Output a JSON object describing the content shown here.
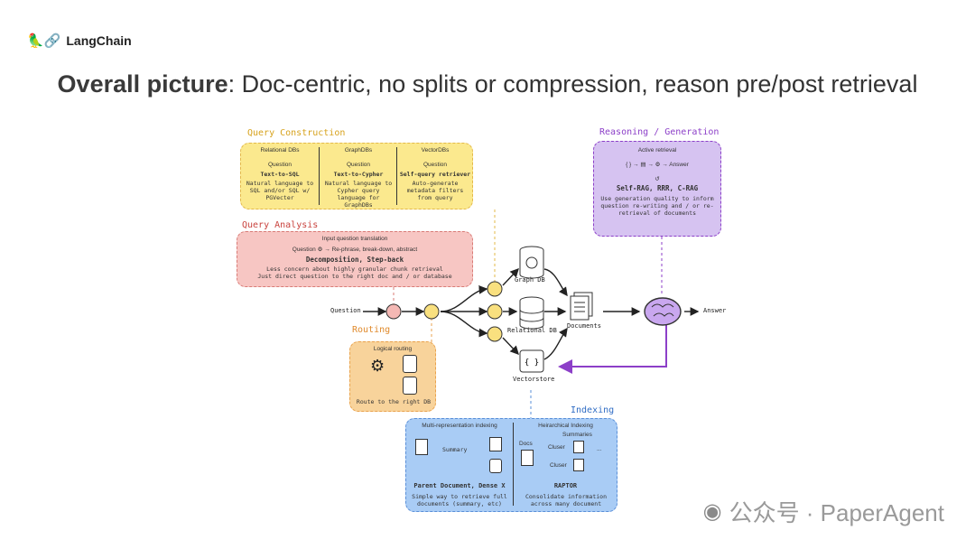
{
  "logo": {
    "icon": "parrot-link-icon",
    "text": "LangChain"
  },
  "title": {
    "bold": "Overall picture",
    "rest": ": Doc-centric, no splits or compression, reason pre/post retrieval"
  },
  "query_construction": {
    "label": "Query Construction",
    "columns": [
      {
        "header": "Relational DBs",
        "q": "Question",
        "name": "Text-to-SQL",
        "desc": "Natural language to SQL and/or SQL w/ PGVecter"
      },
      {
        "header": "GraphDBs",
        "q": "Question",
        "name": "Text-to-Cypher",
        "desc": "Natural language to Cypher query language for GraphDBs"
      },
      {
        "header": "VectorDBs",
        "q": "Question",
        "name": "Self-query retriever",
        "desc": "Auto-generate metadata filters from query"
      }
    ]
  },
  "query_analysis": {
    "label": "Query Analysis",
    "header": "Input question translation",
    "q": "Question",
    "outputs": "Re-phrase, break-down, abstract",
    "name": "Decomposition, Step-back",
    "desc1": "Less concern about highly granular chunk retrieval",
    "desc2": "Just direct question to the right doc and / or database"
  },
  "routing": {
    "label": "Routing",
    "header": "Logical routing",
    "desc": "Route to the right DB"
  },
  "reasoning": {
    "label": "Reasoning / Generation",
    "header": "Active retrieval",
    "answer": "Answer",
    "name": "Self-RAG, RRR, C-RAG",
    "desc": "Use generation quality to inform question re-writing and / or re-retrieval of documents"
  },
  "flow": {
    "question": "Question",
    "graph_db": "Graph DB",
    "relational_db": "Relational DB",
    "vectorstore": "Vectorstore",
    "documents": "Documents",
    "answer": "Answer"
  },
  "indexing": {
    "label": "Indexing",
    "multi": {
      "header": "Multi-representation indexing",
      "summary": "Summary",
      "name": "Parent Document, Dense X",
      "desc": "Simple way to retrieve full documents (summary, etc)"
    },
    "hier": {
      "header": "Heirarchical Indexing",
      "summaries": "Summaries",
      "docs": "Docs",
      "cluster": "Cluser",
      "dots": "...",
      "name": "RAPTOR",
      "desc": "Consolidate information across many document"
    }
  },
  "watermark": {
    "icon": "wechat-icon",
    "text": "公众号 · PaperAgent"
  },
  "colors": {
    "construction": "#fbe98e",
    "analysis": "#f7c6c3",
    "routing": "#f8d39b",
    "reasoning": "#d6c3f1",
    "indexing": "#a9ccf5",
    "node_yellow": "#f9e07f",
    "node_pink": "#f4b8b4",
    "purple": "#8c3fc8"
  }
}
